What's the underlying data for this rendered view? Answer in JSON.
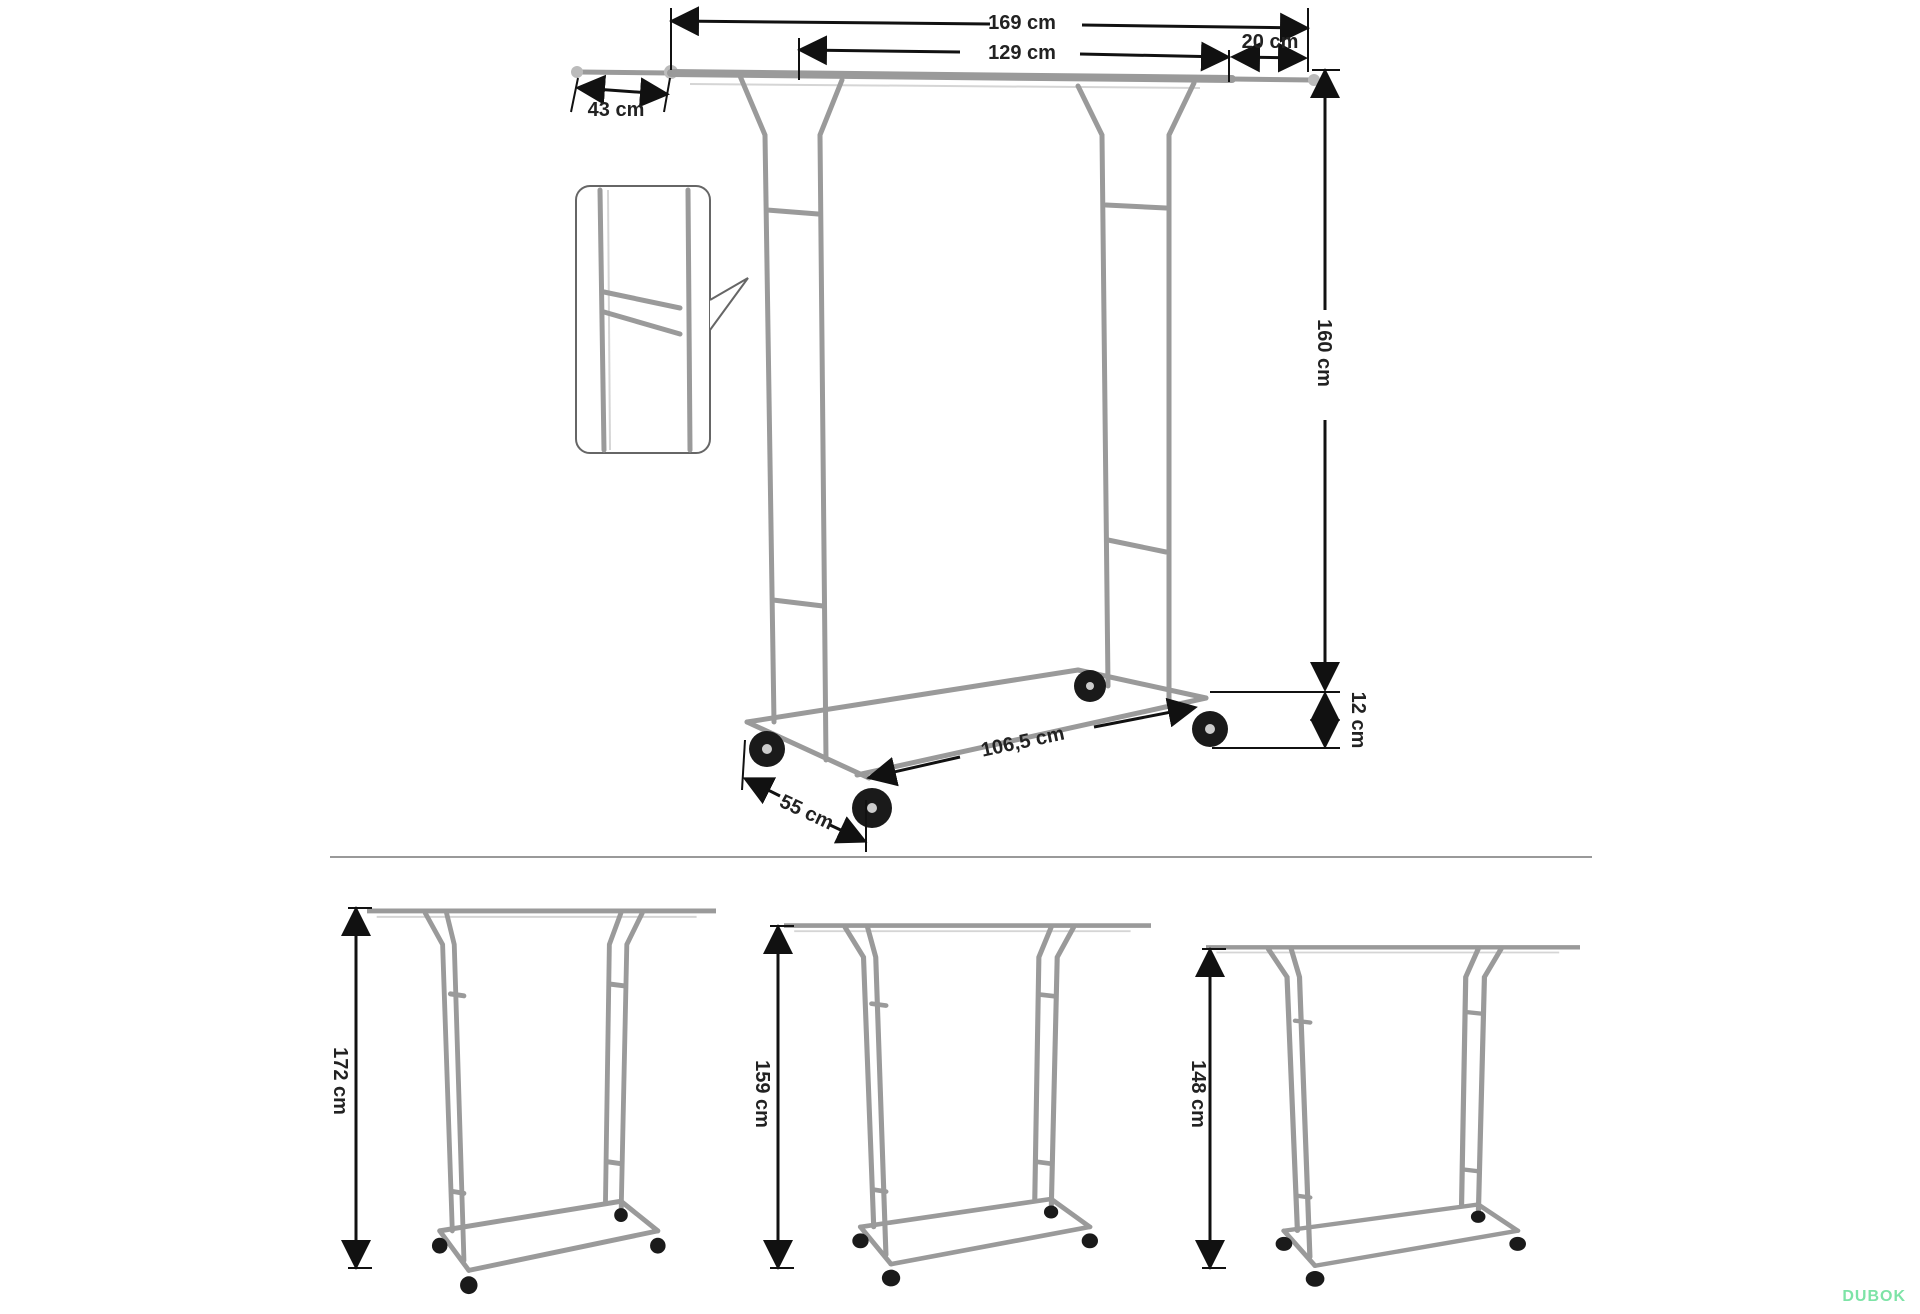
{
  "main_dimensions": {
    "total_length": "169 cm",
    "base_length": "129 cm",
    "right_extension": "20 cm",
    "left_extension": "43 cm",
    "height": "160 cm",
    "wheel_height": "12 cm",
    "base_width": "106,5 cm",
    "depth": "55 cm"
  },
  "height_variants": [
    "172 cm",
    "159 cm",
    "148 cm"
  ],
  "watermark": "DUBOK",
  "colors": {
    "frame": "#9a9a9a",
    "arrows": "#111111",
    "watermark": "#7de3a6"
  }
}
